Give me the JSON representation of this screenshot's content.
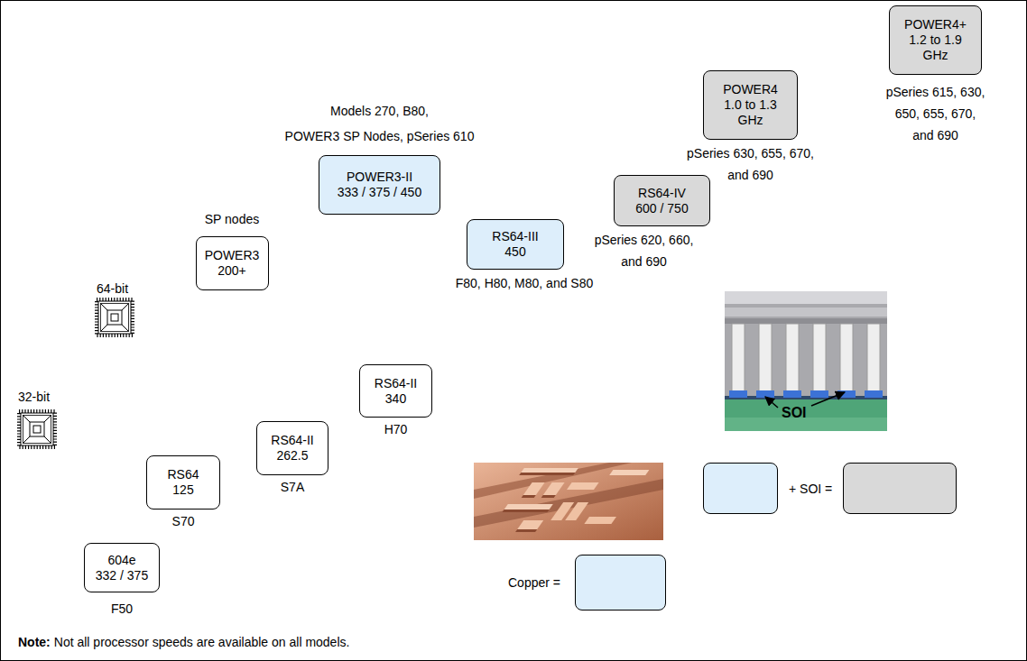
{
  "diagram": {
    "nodes": [
      {
        "text": [
          "604e",
          "332 / 375",
          "F50"
        ]
      },
      {
        "text": [
          "RS64",
          "125",
          "S70"
        ]
      },
      {
        "text": [
          "RS64-II",
          "262.5",
          "S7A"
        ]
      },
      {
        "text": [
          "RS64-II",
          "340",
          "H70"
        ]
      },
      {
        "text": [
          "SP nodes",
          "POWER3",
          "200+"
        ]
      },
      {
        "text": [
          "Models 270, B80,",
          "POWER3 SP Nodes, pSeries 610",
          "POWER3-II",
          "333 / 375 / 450"
        ]
      },
      {
        "text": [
          "RS64-III",
          "450",
          "F80, H80, M80, and S80"
        ]
      },
      {
        "text": [
          "RS64-IV",
          "600 / 750",
          "pSeries 620, 660, and 690"
        ]
      },
      {
        "text": [
          "POWER4",
          "1.0 to 1.3 GHz",
          "pSeries 630, 655, 670, and 690"
        ]
      },
      {
        "text": [
          "POWER4+",
          "1.2 to 1.9 GHz",
          "pSeries 615, 630, 650, 655, 670, and 690"
        ]
      }
    ],
    "labels": [
      "64-bit",
      "32-bit",
      "SOI",
      "Note:",
      "Not all processor speeds are available on all models."
    ],
    "legend": [
      {
        "text": "Copper =",
        "color": "#ddeefb"
      },
      {
        "text": "+ SOI =",
        "color": "#d9d9d9"
      }
    ]
  }
}
